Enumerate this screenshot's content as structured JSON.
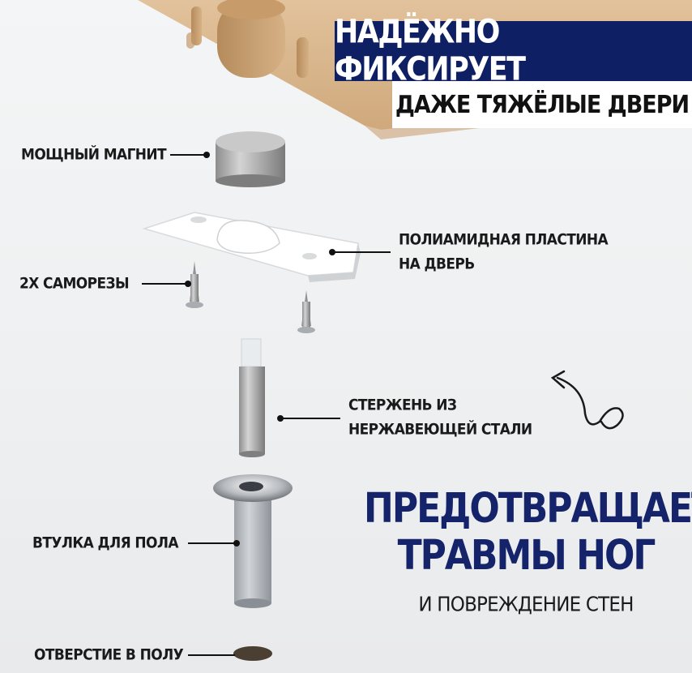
{
  "header": {
    "title": "НАДЁЖНО ФИКСИРУЕТ",
    "subtitle": "ДАЖЕ ТЯЖЁЛЫЕ ДВЕРИ"
  },
  "labels": {
    "magnet": "МОЩНЫЙ МАГНИТ",
    "plate_line1": "ПОЛИАМИДНАЯ ПЛАСТИНА",
    "plate_line2": "НА ДВЕРЬ",
    "screws": "2Х САМОРЕЗЫ",
    "rod_line1": "СТЕРЖЕНЬ ИЗ",
    "rod_line2": "НЕРЖАВЕЮЩЕЙ СТАЛИ",
    "sleeve": "ВТУЛКА ДЛЯ ПОЛА",
    "hole": "ОТВЕРСТИЕ В ПОЛУ"
  },
  "promo": {
    "line1": "ПРЕДОТВРАЩАЕТ",
    "line2": "ТРАВМЫ НОГ",
    "line3": "И ПОВРЕЖДЕНИЕ СТЕН"
  },
  "colors": {
    "navy": "#0f1f63",
    "accent_text": "#14236a",
    "wood": "#d8b48a"
  }
}
